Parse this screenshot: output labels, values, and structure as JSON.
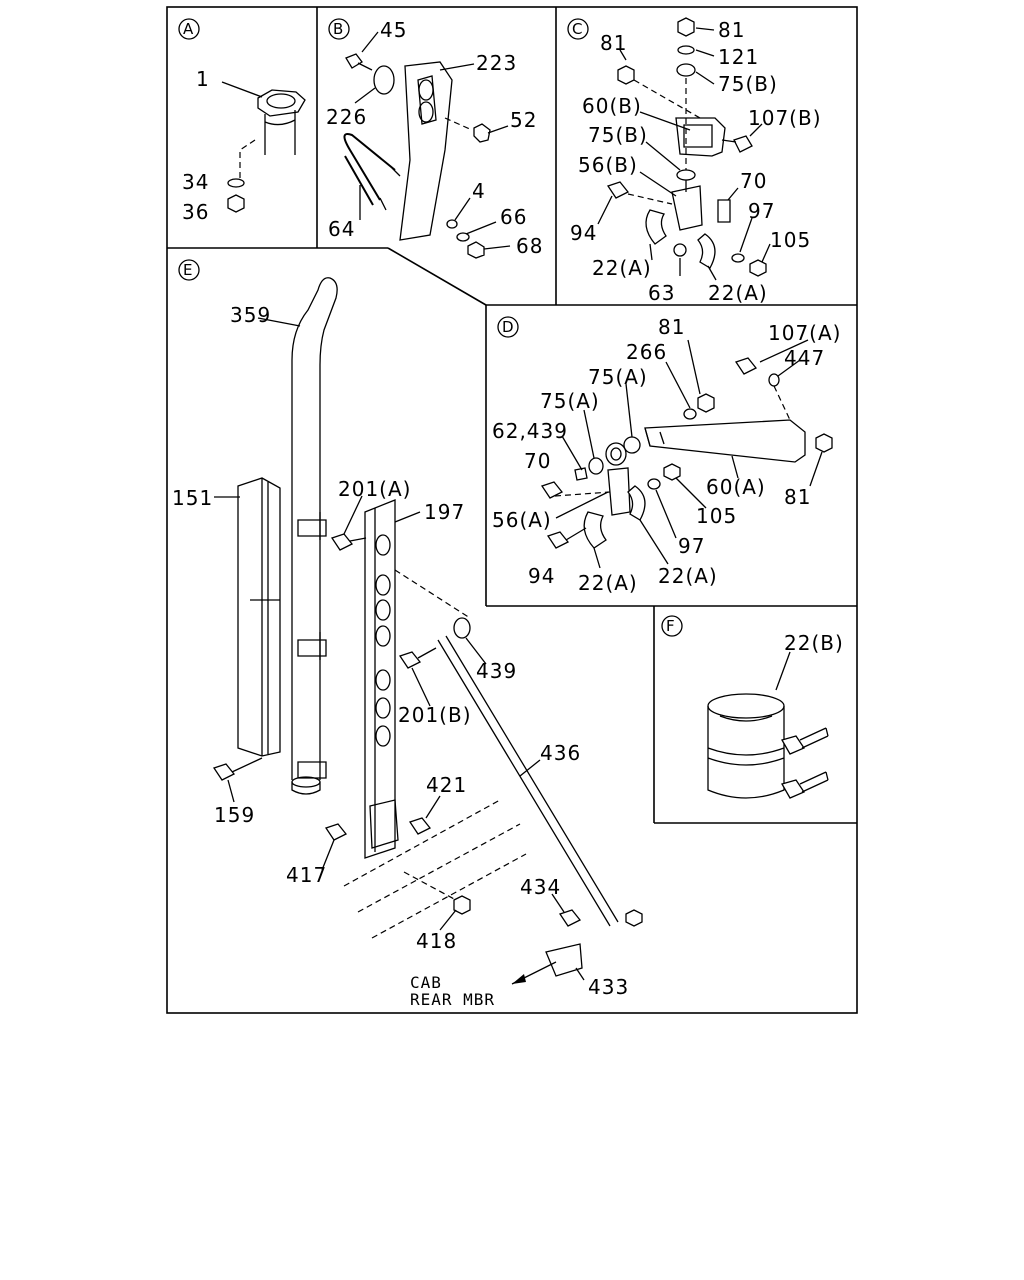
{
  "sections": {
    "A": {
      "letter": "A",
      "callouts": [
        "1",
        "34",
        "36"
      ]
    },
    "B": {
      "letter": "B",
      "callouts": [
        "45",
        "223",
        "226",
        "52",
        "4",
        "66",
        "64",
        "68"
      ]
    },
    "C": {
      "letter": "C",
      "callouts": [
        "81",
        "81",
        "121",
        "75(B)",
        "60(B)",
        "107(B)",
        "75(B)",
        "56(B)",
        "70",
        "97",
        "94",
        "105",
        "22(A)",
        "63",
        "22(A)"
      ]
    },
    "D": {
      "letter": "D",
      "callouts": [
        "81",
        "107(A)",
        "266",
        "447",
        "75(A)",
        "75(A)",
        "62,439",
        "70",
        "60(A)",
        "81",
        "56(A)",
        "105",
        "97",
        "94",
        "22(A)",
        "22(A)"
      ]
    },
    "E": {
      "letter": "E",
      "callouts": [
        "359",
        "151",
        "201(A)",
        "197",
        "439",
        "201(B)",
        "436",
        "159",
        "421",
        "417",
        "434",
        "418",
        "433"
      ],
      "note_line1": "CAB",
      "note_line2": "REAR MBR"
    },
    "F": {
      "letter": "F",
      "callouts": [
        "22(B)"
      ]
    }
  }
}
